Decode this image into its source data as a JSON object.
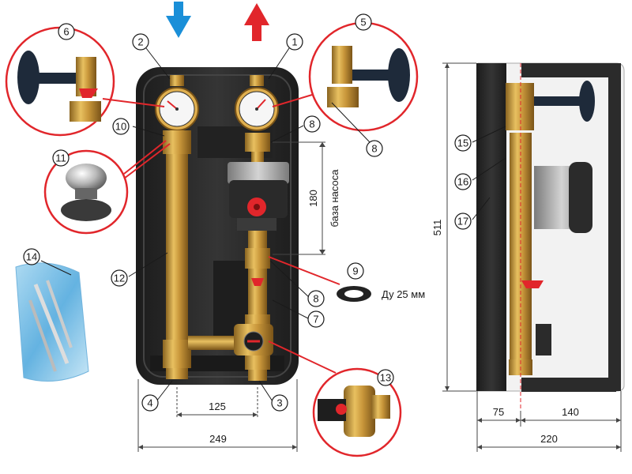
{
  "colors": {
    "accent_red": "#e1262b",
    "cold_blue": "#1a8fd8",
    "hot_red": "#e1262b",
    "brass": "#c89a3a",
    "insulation": "#2b2b2b"
  },
  "callouts": [
    {
      "id": "1",
      "text": "1"
    },
    {
      "id": "2",
      "text": "2"
    },
    {
      "id": "3",
      "text": "3"
    },
    {
      "id": "4",
      "text": "4"
    },
    {
      "id": "5",
      "text": "5"
    },
    {
      "id": "6",
      "text": "6"
    },
    {
      "id": "7",
      "text": "7"
    },
    {
      "id": "8a",
      "text": "8"
    },
    {
      "id": "8b",
      "text": "8"
    },
    {
      "id": "8c",
      "text": "8"
    },
    {
      "id": "9",
      "text": "9"
    },
    {
      "id": "10",
      "text": "10"
    },
    {
      "id": "11",
      "text": "11"
    },
    {
      "id": "12",
      "text": "12"
    },
    {
      "id": "13",
      "text": "13"
    },
    {
      "id": "14",
      "text": "14"
    },
    {
      "id": "15",
      "text": "15"
    },
    {
      "id": "16",
      "text": "16"
    },
    {
      "id": "17",
      "text": "17"
    }
  ],
  "dimensions": {
    "pump_base_value": "180",
    "pump_base_label": "база насоса",
    "pipe_spacing": "125",
    "front_width": "249",
    "total_height": "511",
    "side_depth_front": "75",
    "side_depth_rear": "140",
    "side_depth_total": "220"
  },
  "gasket_label": "Ду 25 мм",
  "icons": [
    "arrow-down-blue-icon",
    "arrow-up-red-icon"
  ]
}
